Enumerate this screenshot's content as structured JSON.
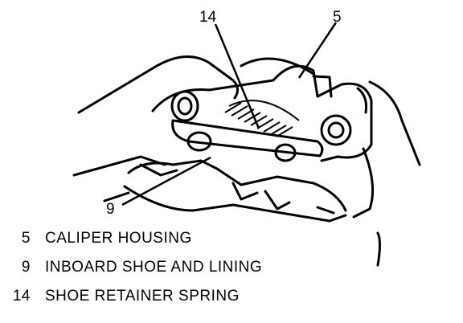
{
  "callouts": {
    "c14": "14",
    "c5": "5",
    "c9": "9"
  },
  "legend": [
    {
      "num": "5",
      "text": "CALIPER HOUSING"
    },
    {
      "num": "9",
      "text": "INBOARD SHOE AND LINING"
    },
    {
      "num": "14",
      "text": "SHOE RETAINER SPRING"
    }
  ]
}
